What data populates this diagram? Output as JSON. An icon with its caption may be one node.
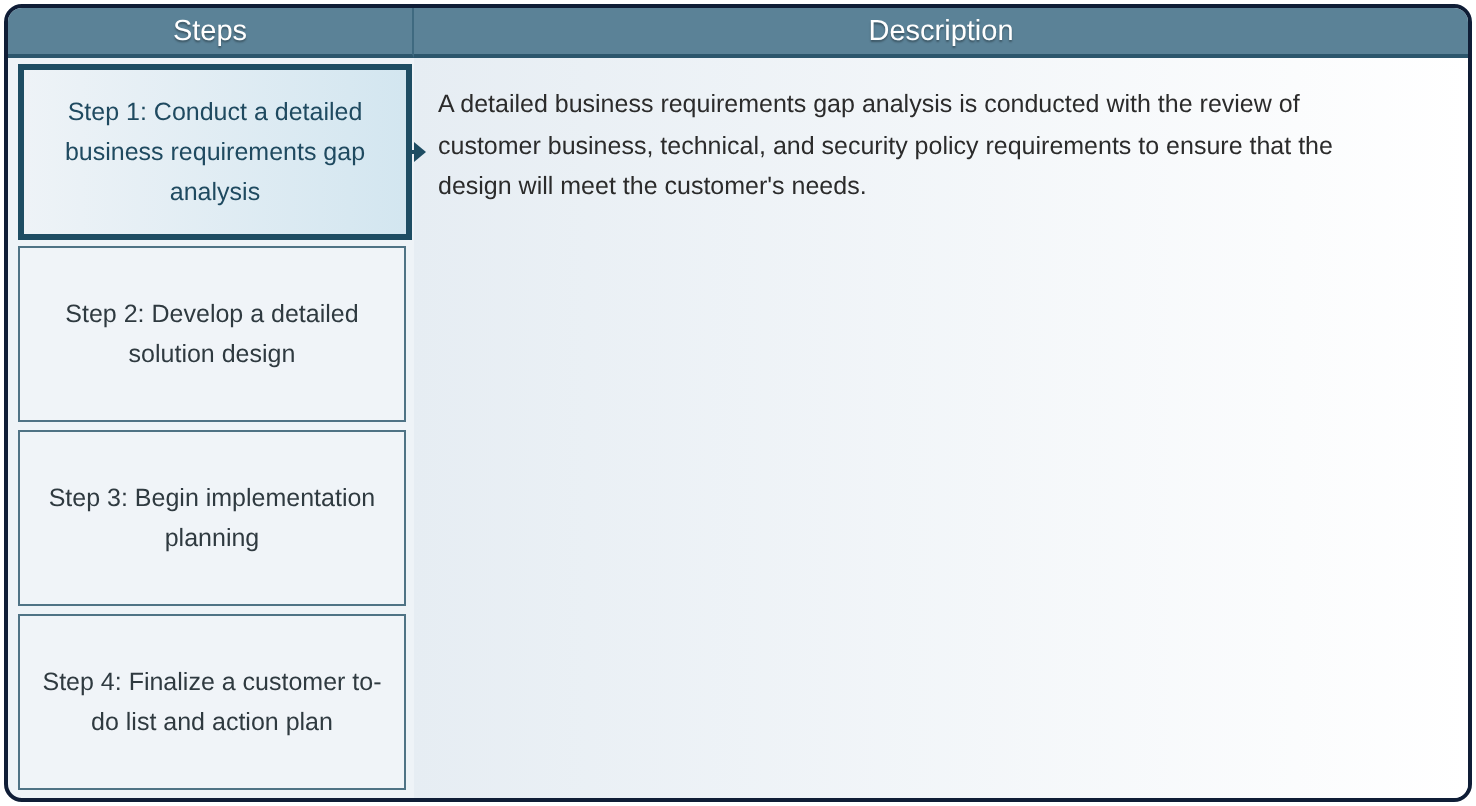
{
  "diagram": {
    "nodes": [
      {
        "text": [
          "Steps"
        ]
      },
      {
        "text": [
          "Description"
        ]
      },
      {
        "text": [
          "Step 1: Conduct a detailed business requirements gap analysis"
        ]
      },
      {
        "text": [
          "Step 2: Develop a detailed solution design"
        ]
      },
      {
        "text": [
          "Step 3: Begin implementation planning"
        ]
      },
      {
        "text": [
          "Step 4: Finalize a customer to-do list and action plan"
        ]
      },
      {
        "text": [
          "A detailed business requirements gap analysis is conducted with the review of customer business, technical, and security policy requirements to ensure that the design will meet the customer's needs."
        ]
      }
    ],
    "edges": [
      {
        "from": 2,
        "to": 6,
        "arrow": "to"
      }
    ]
  }
}
